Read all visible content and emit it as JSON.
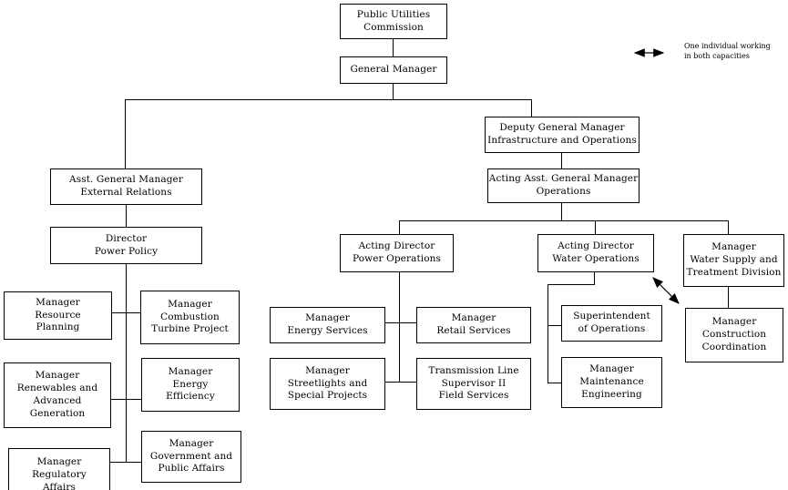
{
  "colors": {
    "background": "#ffffff",
    "box_fill": "#ffffff",
    "box_border": "#000000",
    "line": "#000000",
    "text": "#000000"
  },
  "legend": {
    "icon": "double-headed-arrow",
    "text": "One individual working\nin both capacities"
  },
  "nodes": {
    "puc": {
      "label": "Public Utilities\nCommission"
    },
    "gm": {
      "label": "General Manager"
    },
    "dgm": {
      "label": "Deputy General Manager\nInfrastructure and Operations"
    },
    "aagm": {
      "label": "Acting Asst. General Manager\nOperations"
    },
    "agm_er": {
      "label": "Asst. General Manager\nExternal Relations"
    },
    "dir_pp": {
      "label": "Director\nPower Policy"
    },
    "m_rp": {
      "label": "Manager\nResource\nPlanning"
    },
    "m_ctp": {
      "label": "Manager\nCombustion\nTurbine Project"
    },
    "m_rag": {
      "label": "Manager\nRenewables and\nAdvanced\nGeneration"
    },
    "m_ee": {
      "label": "Manager\nEnergy\nEfficiency"
    },
    "m_reg": {
      "label": "Manager\nRegulatory\nAffairs"
    },
    "m_gpa": {
      "label": "Manager\nGovernment and\nPublic Affairs"
    },
    "ad_po": {
      "label": "Acting Director\nPower Operations"
    },
    "ad_wo": {
      "label": "Acting Director\nWater Operations"
    },
    "m_wst": {
      "label": "Manager\nWater Supply and\nTreatment Division"
    },
    "m_es": {
      "label": "Manager\nEnergy Services"
    },
    "m_rs": {
      "label": "Manager\nRetail Services"
    },
    "m_ssp": {
      "label": "Manager\nStreetlights and\nSpecial Projects"
    },
    "tls": {
      "label": "Transmission Line\nSupervisor II\nField Services"
    },
    "so": {
      "label": "Superintendent\nof Operations"
    },
    "m_me": {
      "label": "Manager\nMaintenance\nEngineering"
    },
    "m_cc": {
      "label": "Manager\nConstruction\nCoordination"
    }
  }
}
